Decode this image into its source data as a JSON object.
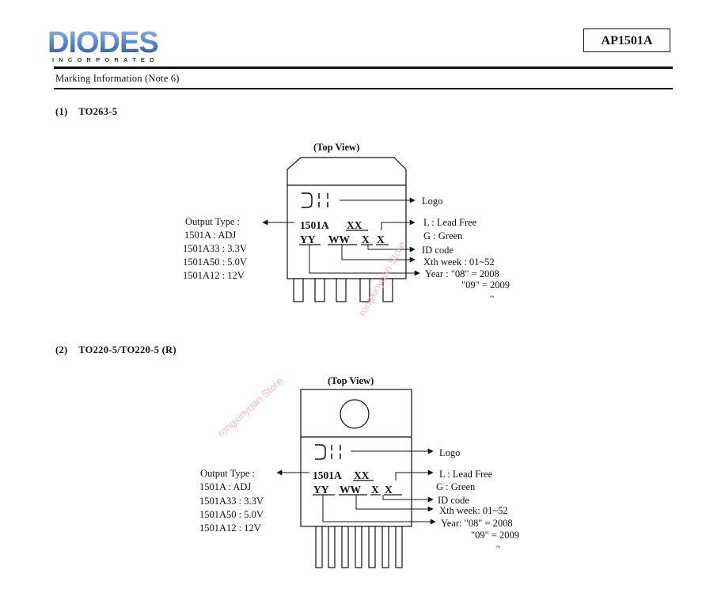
{
  "header": {
    "logo_text": "DIODES",
    "logo_sub": "INCORPORATED",
    "part_number": "AP1501A",
    "section_title": "Marking Information (Note 6)"
  },
  "packages": [
    {
      "heading_num": "(1)",
      "heading_name": "TO263-5",
      "view_label": "(Top View)",
      "marking_line1": "1501A",
      "marking_line1_code": "XX",
      "marking_line2_yy": "YY",
      "marking_line2_ww": "WW",
      "marking_line2_x1": "X",
      "marking_line2_x2": "X",
      "logo_label": "Logo",
      "lead_free": "L : Lead Free",
      "green": "G : Green",
      "id_code": "ID code",
      "week": "Xth week : 01~52",
      "year": "Year :  \"08\" = 2008",
      "year2": "\"09\" = 2009",
      "tilde": "~",
      "output_type": "Output Type :",
      "output_list": [
        "1501A : ADJ",
        "1501A33 : 3.3V",
        "1501A50 : 5.0V",
        "1501A12 : 12V"
      ]
    },
    {
      "heading_num": "(2)",
      "heading_name": "TO220-5/TO220-5 (R)",
      "view_label": "(Top View)",
      "marking_line1": "1501A",
      "marking_line1_code": "XX",
      "marking_line2_yy": "YY",
      "marking_line2_ww": "WW",
      "marking_line2_x1": "X",
      "marking_line2_x2": "X",
      "logo_label": "Logo",
      "lead_free": "L : Lead Free",
      "green": "G : Green",
      "id_code": "ID code",
      "week": "Xth week: 01~52",
      "year": "Year: \"08\" = 2008",
      "year2": "\"09\" = 2009",
      "tilde": "~",
      "output_type": "Output Type :",
      "output_list": [
        "1501A : ADJ",
        "1501A33 : 3.3V",
        "1501A50 : 5.0V",
        "1501A12 : 12V"
      ]
    }
  ],
  "watermark": "rongxinyuan Store",
  "colors": {
    "logo_blue": "#5b86c8",
    "logo_dark": "#2d4f8e",
    "watermark": "#e8b4b4"
  }
}
